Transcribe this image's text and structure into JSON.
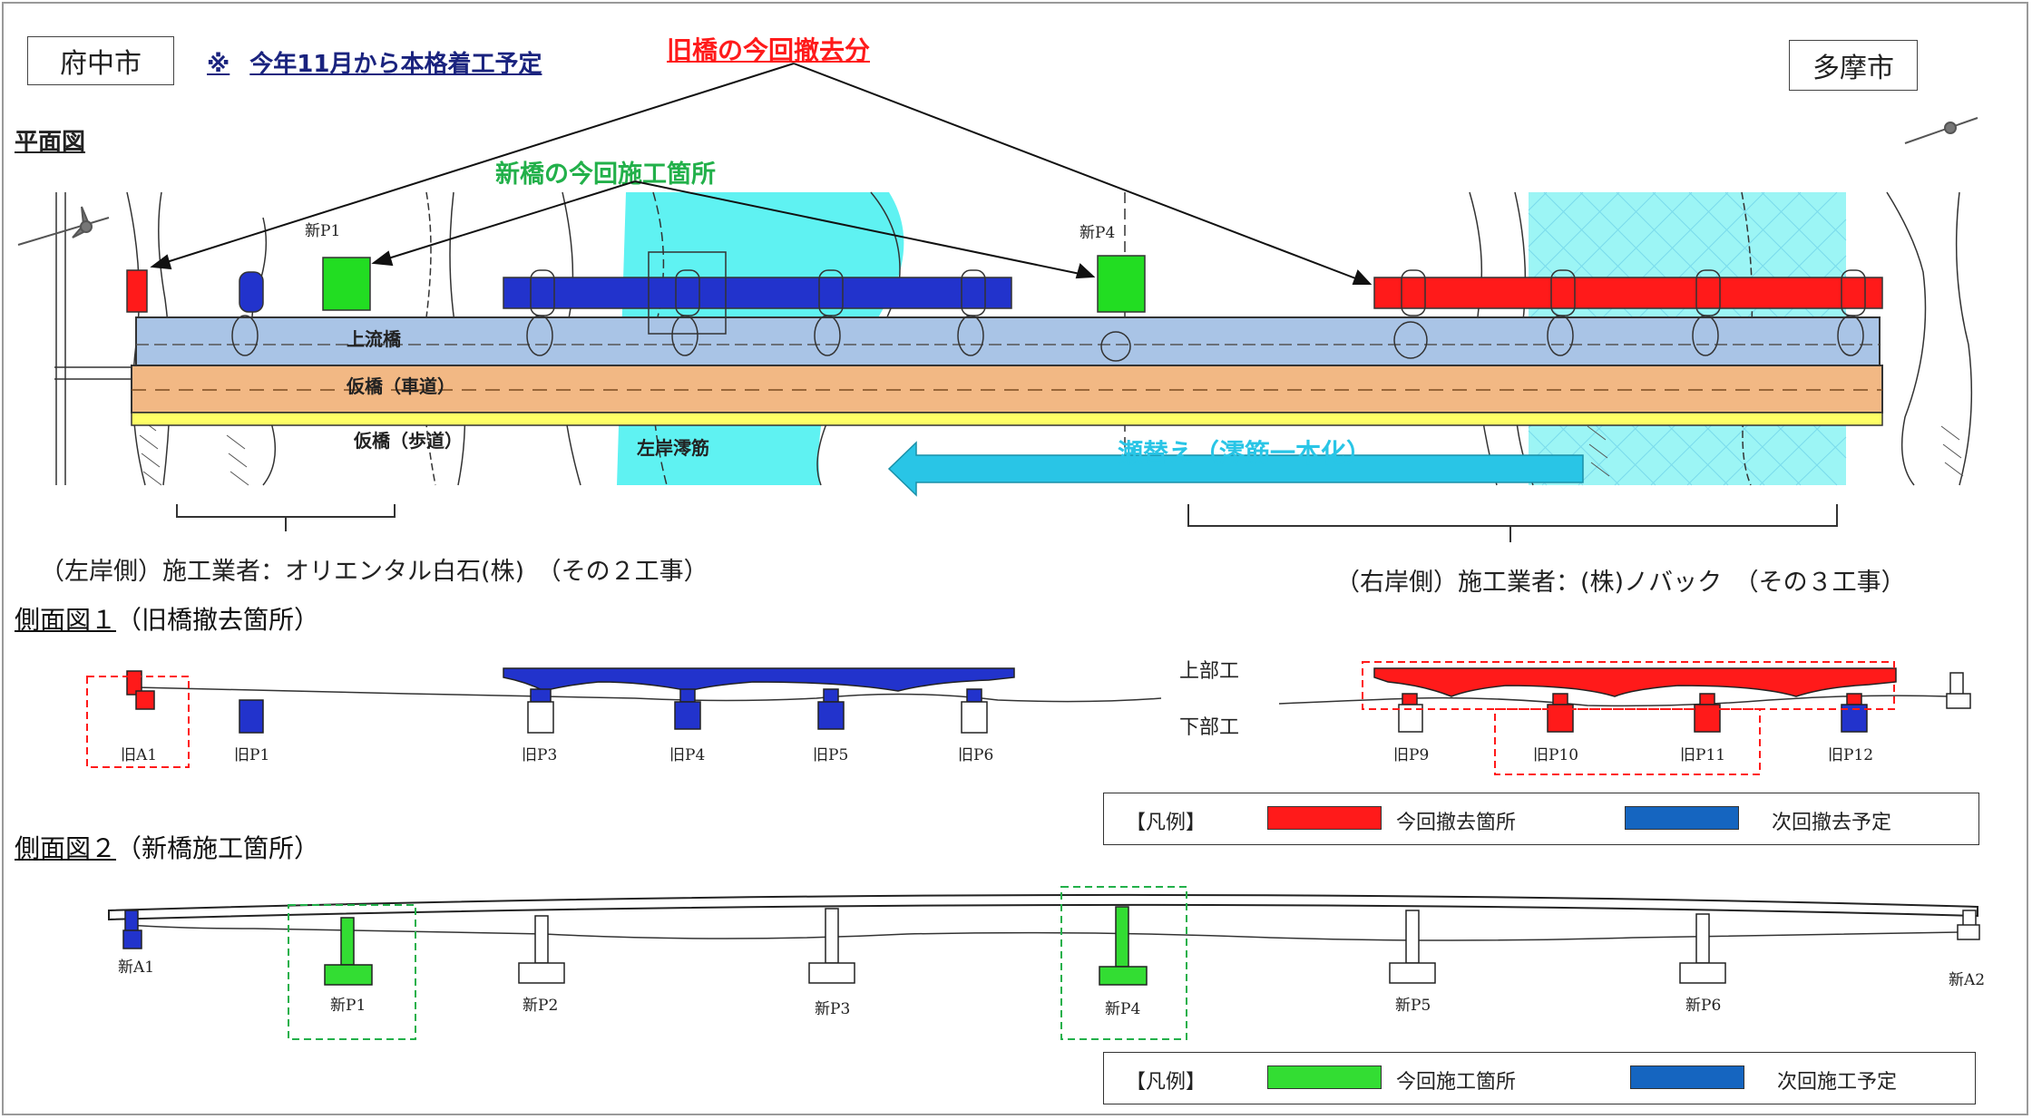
{
  "header": {
    "left_city": "府中市",
    "right_city": "多摩市",
    "note_mark": "※",
    "note": "今年11月から本格着工予定",
    "old_bridge_callout": "旧橋の今回撤去分",
    "new_bridge_callout": "新橋の今回施工箇所"
  },
  "plan": {
    "title": "平面図",
    "labels": {
      "upstream": "上流橋",
      "temp_road": "仮橋（車道）",
      "temp_walk": "仮橋（歩道）",
      "left_channel": "左岸澪筋",
      "diversion": "瀬替え（澪筋一本化）",
      "newP1": "新P1",
      "newP4": "新P4"
    },
    "left_contractor": "（左岸側）施工業者：オリエンタル白石(株)　（その２工事）",
    "right_contractor": "（右岸側）施工業者：(株)ノバック　（その３工事）"
  },
  "side1": {
    "title_underlined": "側面図１",
    "title_rest": "（旧橋撤去箇所）",
    "upper_label": "上部工",
    "lower_label": "下部工",
    "piers": [
      "旧A1",
      "旧P1",
      "旧P3",
      "旧P4",
      "旧P5",
      "旧P6",
      "旧P9",
      "旧P10",
      "旧P11",
      "旧P12"
    ],
    "legend": {
      "title": "【凡例】",
      "item1": "今回撤去箇所",
      "item2": "次回撤去予定",
      "color1": "#ff1a1a",
      "color2": "#1565c0"
    }
  },
  "side2": {
    "title_underlined": "側面図２",
    "title_rest": "（新橋施工箇所）",
    "piers": [
      "新A1",
      "新P1",
      "新P2",
      "新P3",
      "新P4",
      "新P5",
      "新P6",
      "新A2"
    ],
    "legend": {
      "title": "【凡例】",
      "item1": "今回施工箇所",
      "item2": "次回施工予定",
      "color1": "#33dd33",
      "color2": "#1565c0"
    }
  },
  "colors": {
    "red": "#ff1a1a",
    "blue": "#2233cc",
    "green": "#22dd22",
    "cyan": "#29c5e6",
    "water": "#5ff2f2",
    "orange": "#f2b884",
    "steelblue": "#a9c4e6",
    "yellow": "#ffff66"
  }
}
